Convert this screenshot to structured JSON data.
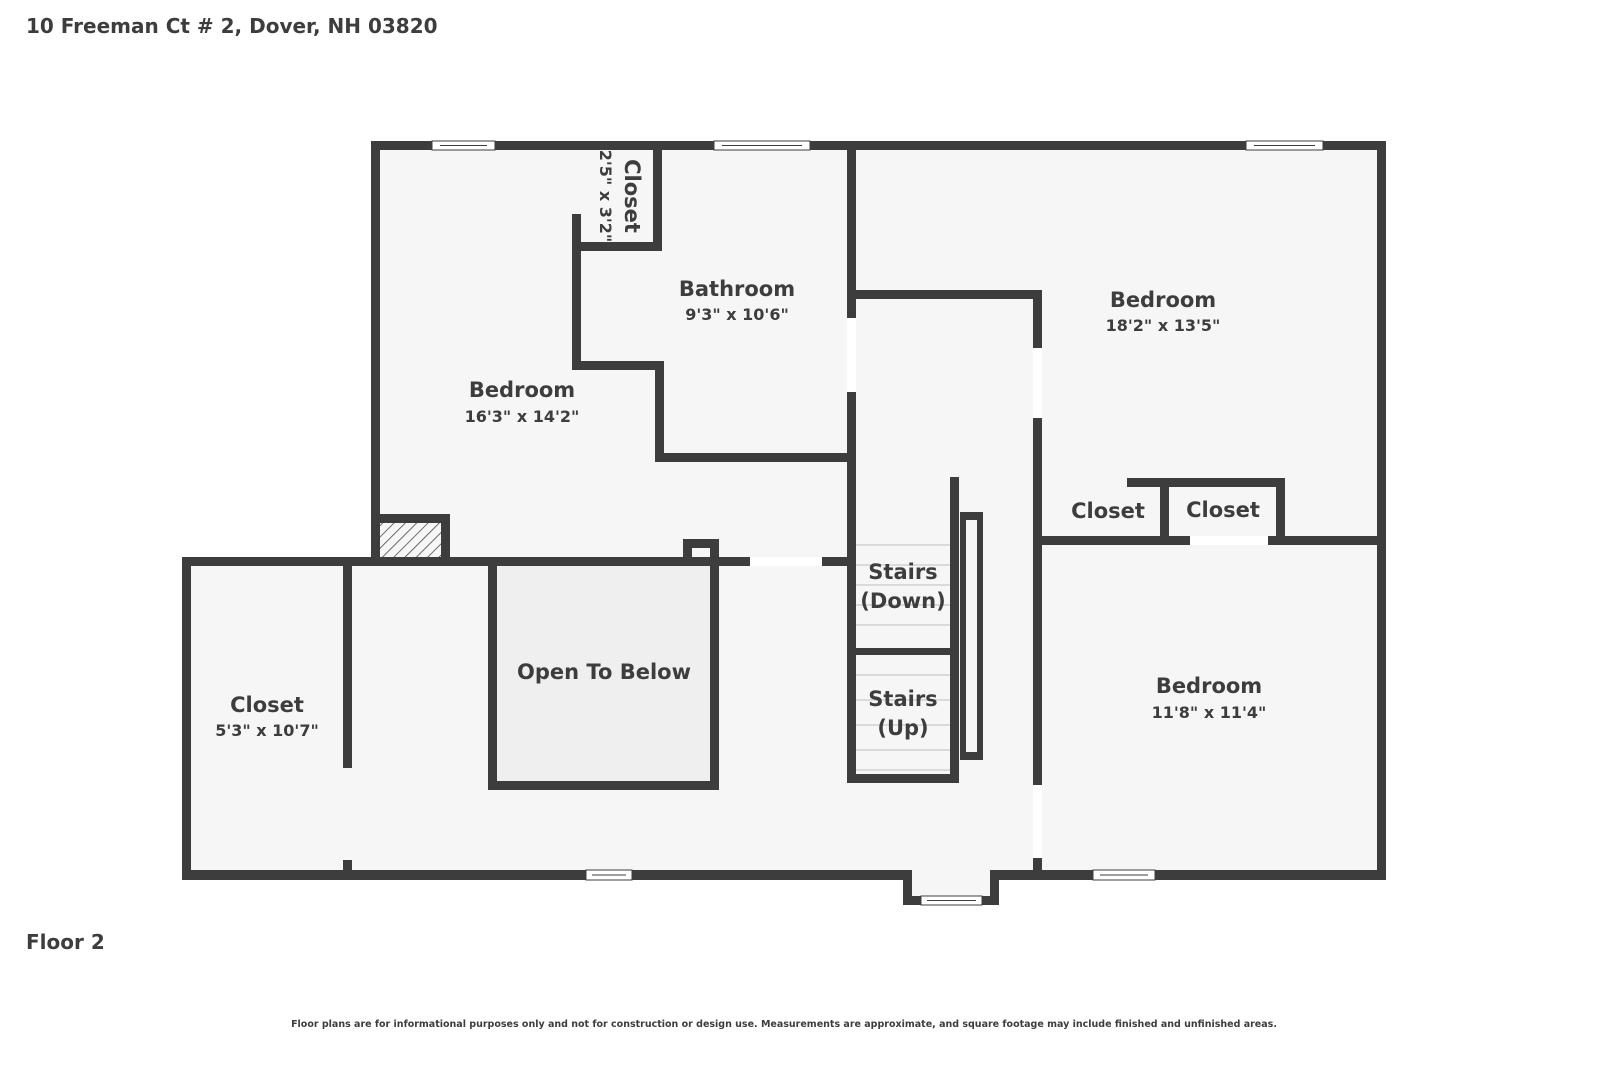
{
  "header": {
    "address": "10 Freeman Ct # 2, Dover, NH 03820"
  },
  "floor_label": "Floor 2",
  "disclaimer": "Floor plans are for informational purposes only and not for construction or design use. Measurements are approximate, and square footage may include finished and unfinished areas.",
  "colors": {
    "wall": "#3d3d3d",
    "floor": "#f6f6f6",
    "open_to_below": "#efefef"
  },
  "rooms": [
    {
      "name": "Bedroom",
      "dims": "16'3\" x 14'2\""
    },
    {
      "name": "Bathroom",
      "dims": "9'3\" x 10'6\""
    },
    {
      "name": "Closet",
      "dims": "2'5\" x 3'2\""
    },
    {
      "name": "Bedroom",
      "dims": "18'2\" x 13'5\""
    },
    {
      "name": "Closet",
      "dims": ""
    },
    {
      "name": "Closet",
      "dims": ""
    },
    {
      "name": "Bedroom",
      "dims": "11'8\" x 11'4\""
    },
    {
      "name": "Closet",
      "dims": "5'3\" x 10'7\""
    },
    {
      "name": "Open To Below",
      "dims": ""
    },
    {
      "name": "Stairs",
      "dims": "(Down)"
    },
    {
      "name": "Stairs",
      "dims": "(Up)"
    }
  ]
}
